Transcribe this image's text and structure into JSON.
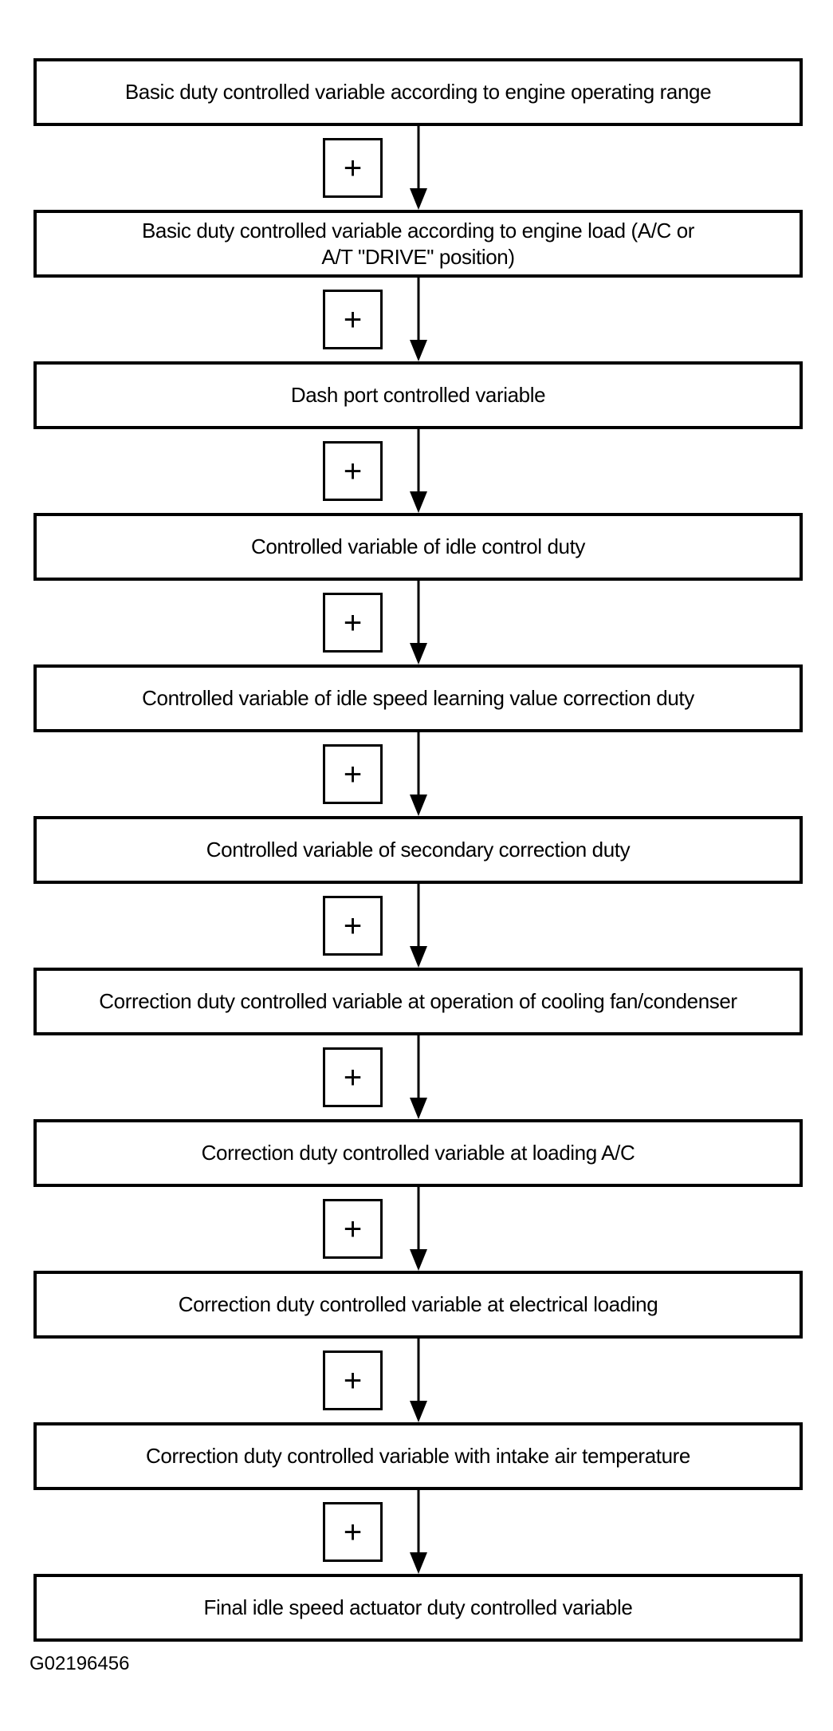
{
  "diagram": {
    "type": "flowchart",
    "figure_id": "G02196456",
    "connector": {
      "plus_symbol": "+"
    },
    "steps": [
      {
        "label": "Basic duty controlled variable according to engine operating range"
      },
      {
        "label": "Basic duty controlled variable according to engine load (A/C or\nA/T \"DRIVE\" position)"
      },
      {
        "label": "Dash port controlled variable"
      },
      {
        "label": "Controlled variable of idle control duty"
      },
      {
        "label": "Controlled variable of idle speed learning value correction duty"
      },
      {
        "label": "Controlled variable of secondary correction duty"
      },
      {
        "label": "Correction duty controlled variable at operation of cooling fan/condenser"
      },
      {
        "label": "Correction duty controlled variable at loading A/C"
      },
      {
        "label": "Correction duty controlled variable at electrical loading"
      },
      {
        "label": "Correction duty controlled variable with intake air temperature"
      },
      {
        "label": "Final idle speed actuator duty controlled variable"
      }
    ]
  },
  "colors": {
    "ink": "#000000",
    "background": "#ffffff"
  }
}
